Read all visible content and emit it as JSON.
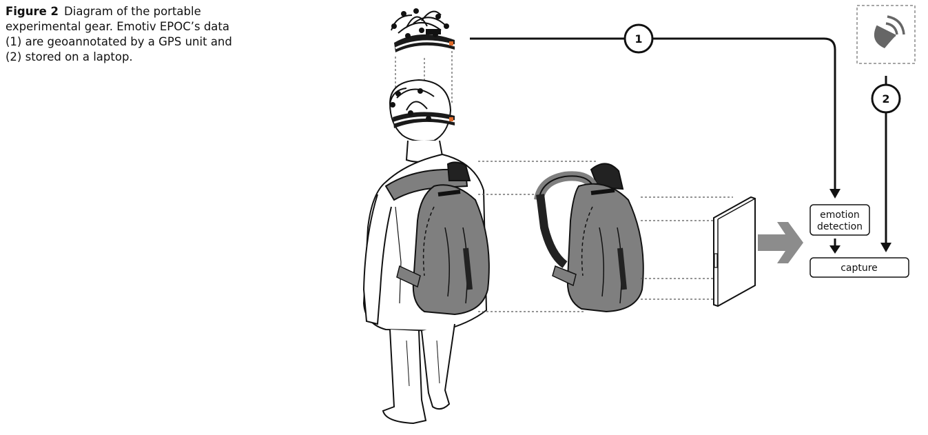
{
  "caption": {
    "label": "Figure 2",
    "text": "Diagram of the portable experimental gear. Emotiv EPOC’s data (1) are geoannotated by a GPS unit and (2) stored on a laptop."
  },
  "diagram": {
    "step_1_number": "1",
    "step_2_number": "2",
    "emotion_box_line1": "emotion",
    "emotion_box_line2": "detection",
    "capture_box": "capture",
    "icons": [
      "eeg-headset-icon",
      "person-icon",
      "backpack-icon",
      "laptop-icon",
      "gps-satellite-icon",
      "arrow-right-icon"
    ],
    "colors": {
      "line": "#111111",
      "backpack": "#7f7f7f",
      "arrow": "#8c8c8c"
    }
  }
}
